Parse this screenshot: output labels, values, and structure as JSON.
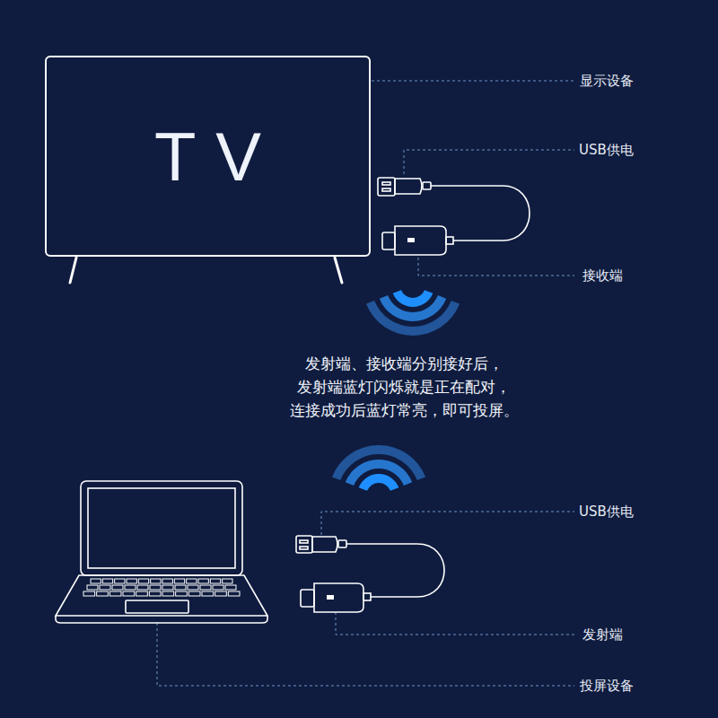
{
  "diagram": {
    "nodes": [
      {
        "text": [
          "TV"
        ]
      }
    ],
    "labels": [
      "显示设备",
      "USB供电",
      "接收端",
      "发射端、接收端分别接好后， 发射端蓝灯闪烁就是正在配对， 连接成功后蓝灯常亮，即可投屏。",
      "USB供电",
      "发射端",
      "投屏设备"
    ]
  }
}
